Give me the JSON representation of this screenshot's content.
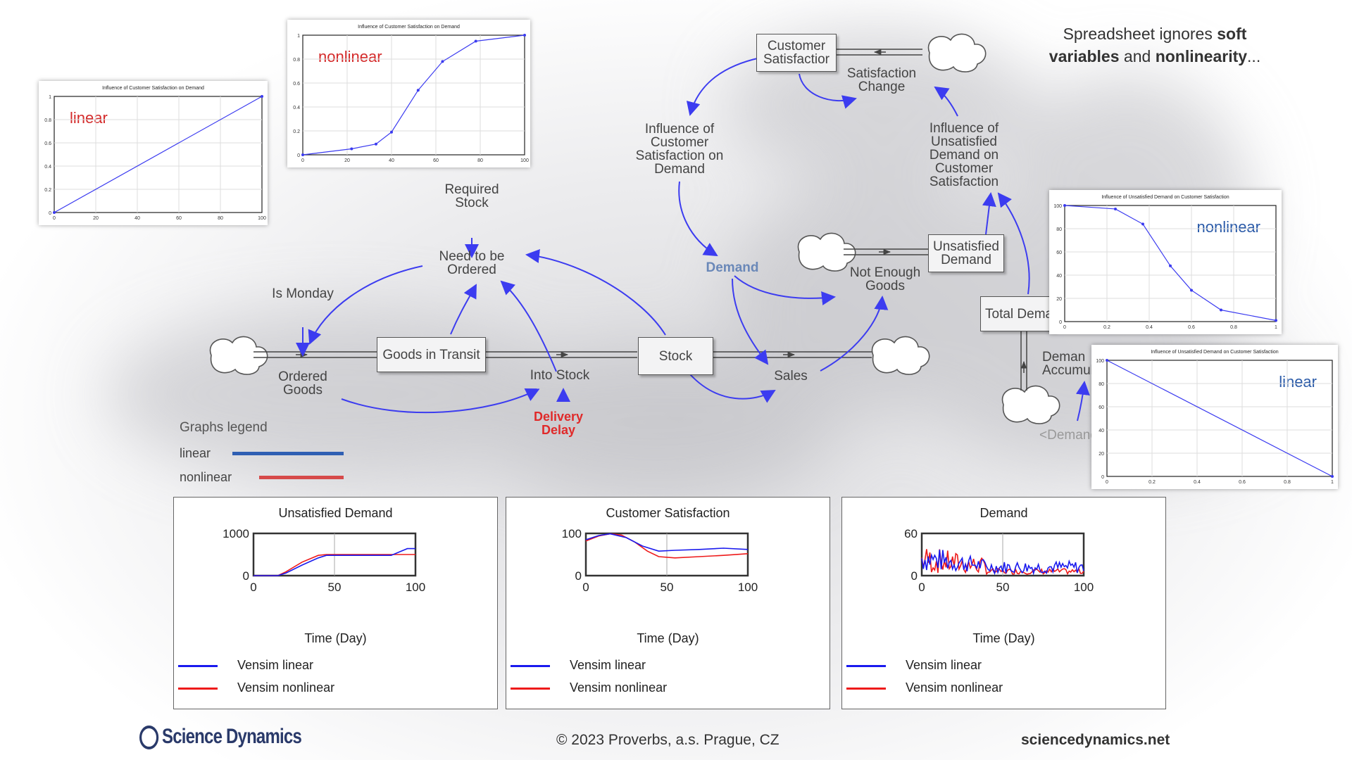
{
  "heading": {
    "t1": "Spreadsheet ignores ",
    "b1": "soft",
    "t2": "variables",
    "t3": " and ",
    "b2": "nonlinearity",
    "t4": "..."
  },
  "nodes": {
    "required_stock": "Required Stock",
    "need_to_be_ordered": "Need to be Ordered",
    "is_monday": "Is Monday",
    "goods_in_transit": "Goods in Transit",
    "stock": "Stock",
    "ordered_goods": "Ordered Goods",
    "into_stock": "Into Stock",
    "delivery_delay": "Delivery Delay",
    "sales": "Sales",
    "demand": "Demand",
    "not_enough_goods": "Not Enough Goods",
    "unsatisfied_demand": "Unsatisfied Demand",
    "total_demand": "Total Dema",
    "demand_accumulation": "Deman Accumula",
    "demand_shadow": "<Demand>",
    "customer_satisfaction": "Customer Satisfactior",
    "satisfaction_change": "Satisfaction Change",
    "influence_cs_on_demand": "Influence of Customer Satisfaction on Demand",
    "influence_ud_on_cs": "Influence of Unsatisfied Demand on Customer Satisfaction"
  },
  "lookups": [
    {
      "id": "cs-linear",
      "title": "Influence of Customer Satisfaction on Demand",
      "tag": "linear",
      "tag_color": "#d42a2a",
      "xticks": [
        "0",
        "20",
        "40",
        "60",
        "80",
        "100"
      ],
      "yticks": [
        "0",
        "0.2",
        "0.4",
        "0.6",
        "0.8",
        "1"
      ],
      "x": [
        0,
        100
      ],
      "y": [
        0,
        1
      ]
    },
    {
      "id": "cs-nonlinear",
      "title": "Influence of Customer Satisfaction on Demand",
      "tag": "nonlinear",
      "tag_color": "#d42a2a",
      "xticks": [
        "0",
        "20",
        "40",
        "60",
        "80",
        "100"
      ],
      "yticks": [
        "0",
        "0.2",
        "0.4",
        "0.6",
        "0.8",
        "1"
      ],
      "x": [
        0,
        22,
        33,
        40,
        52,
        63,
        78,
        100
      ],
      "y": [
        0,
        0.05,
        0.09,
        0.19,
        0.54,
        0.78,
        0.95,
        1
      ]
    },
    {
      "id": "ud-nonlinear",
      "title": "Influence of Unsatisfied Demand on Customer Satisfaction",
      "tag": "nonlinear",
      "tag_color": "#2a5aa8",
      "xticks": [
        "0",
        "0.2",
        "0.4",
        "0.6",
        "0.8",
        "1"
      ],
      "yticks": [
        "0",
        "20",
        "40",
        "60",
        "80",
        "100"
      ],
      "x": [
        0,
        0.24,
        0.37,
        0.5,
        0.6,
        0.74,
        1
      ],
      "y": [
        100,
        97,
        84,
        48,
        27,
        10,
        1
      ]
    },
    {
      "id": "ud-linear",
      "title": "Influence of Unsatisfied Demand on Customer Satisfaction",
      "tag": "linear",
      "tag_color": "#2a5aa8",
      "xticks": [
        "0",
        "0.2",
        "0.4",
        "0.6",
        "0.8",
        "1"
      ],
      "yticks": [
        "0",
        "20",
        "40",
        "60",
        "80",
        "100"
      ],
      "x": [
        0,
        1
      ],
      "y": [
        100,
        0
      ]
    }
  ],
  "legend": {
    "title": "Graphs legend",
    "items": [
      {
        "label": "linear",
        "color": "#2f5fb3"
      },
      {
        "label": "nonlinear",
        "color": "#d64a4a"
      }
    ]
  },
  "chart_data": [
    {
      "type": "line",
      "title": "Unsatisfied Demand",
      "xlabel": "Time (Day)",
      "xlim": [
        0,
        100
      ],
      "ylim": [
        0,
        1000
      ],
      "xticks": [
        "0",
        "50",
        "100"
      ],
      "yticks": [
        "0",
        "1000"
      ],
      "series": [
        {
          "name": "Vensim linear",
          "color": "#1a1aee",
          "x": [
            0,
            15,
            20,
            30,
            40,
            45,
            85,
            90,
            95,
            100
          ],
          "y": [
            0,
            0,
            60,
            250,
            420,
            480,
            480,
            560,
            640,
            640
          ]
        },
        {
          "name": "Vensim nonlinear",
          "color": "#ee1a1a",
          "x": [
            0,
            15,
            20,
            30,
            40,
            45,
            85,
            100
          ],
          "y": [
            0,
            0,
            90,
            320,
            480,
            500,
            500,
            500
          ]
        }
      ]
    },
    {
      "type": "line",
      "title": "Customer Satisfaction",
      "xlabel": "Time (Day)",
      "xlim": [
        0,
        100
      ],
      "ylim": [
        0,
        100
      ],
      "xticks": [
        "0",
        "50",
        "100"
      ],
      "yticks": [
        "0",
        "100"
      ],
      "series": [
        {
          "name": "Vensim linear",
          "color": "#1a1aee",
          "x": [
            0,
            8,
            15,
            25,
            35,
            45,
            55,
            70,
            85,
            100
          ],
          "y": [
            85,
            95,
            99,
            90,
            70,
            58,
            60,
            62,
            65,
            62
          ]
        },
        {
          "name": "Vensim nonlinear",
          "color": "#ee1a1a",
          "x": [
            0,
            8,
            15,
            22,
            30,
            38,
            45,
            55,
            70,
            85,
            100
          ],
          "y": [
            82,
            94,
            99,
            96,
            80,
            58,
            45,
            42,
            45,
            48,
            52
          ]
        }
      ]
    },
    {
      "type": "line",
      "title": "Demand",
      "xlabel": "Time (Day)",
      "xlim": [
        0,
        100
      ],
      "ylim": [
        0,
        60
      ],
      "xticks": [
        "0",
        "50",
        "100"
      ],
      "yticks": [
        "0",
        "60"
      ],
      "series": [
        {
          "name": "Vensim linear",
          "color": "#1a1aee",
          "x": [],
          "y": []
        },
        {
          "name": "Vensim nonlinear",
          "color": "#ee1a1a",
          "x": [],
          "y": []
        }
      ]
    }
  ],
  "footer": {
    "logo": "Science Dynamics",
    "copyright": "© 2023 Proverbs, a.s. Prague, CZ",
    "site": "sciencedynamics.net"
  }
}
